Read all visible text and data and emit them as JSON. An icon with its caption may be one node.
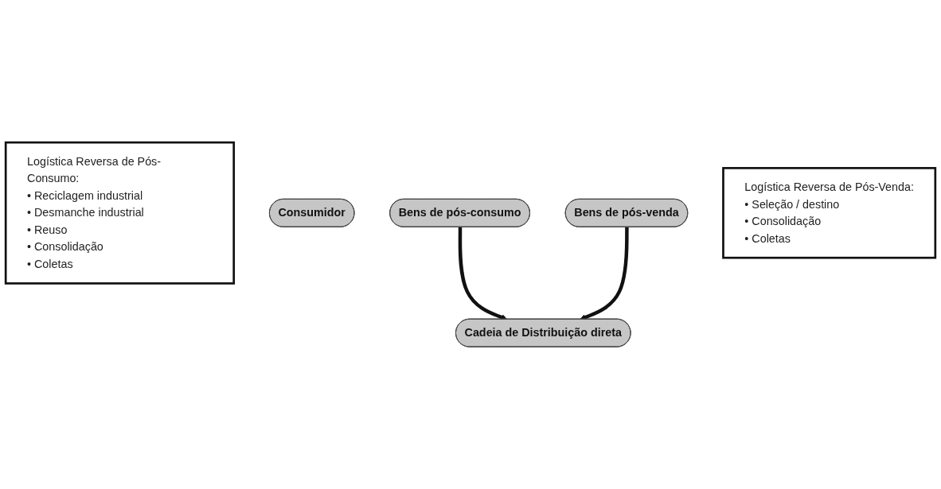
{
  "diagram": {
    "nodes": [
      {
        "text": [
          "Logística Reversa de Pós-Consumo:",
          "• Reciclagem industrial",
          "• Desmanche industrial",
          "• Reuso",
          "• Consolidação",
          "• Coletas"
        ]
      },
      {
        "text": [
          "Cadeia de Distribuição direta"
        ]
      },
      {
        "text": [
          "Consumidor"
        ]
      },
      {
        "text": [
          "Bens de pós-venda"
        ]
      },
      {
        "text": [
          "Bens de pós-consumo"
        ]
      },
      {
        "text": [
          "Logística Reversa de Pós-Venda:",
          "• Seleção / destino",
          "• Consolidação",
          "• Coletas"
        ]
      }
    ],
    "edges": [
      {
        "from": 4,
        "to": 1,
        "arrow": "to"
      },
      {
        "from": 3,
        "to": 1,
        "arrow": "to"
      }
    ]
  }
}
